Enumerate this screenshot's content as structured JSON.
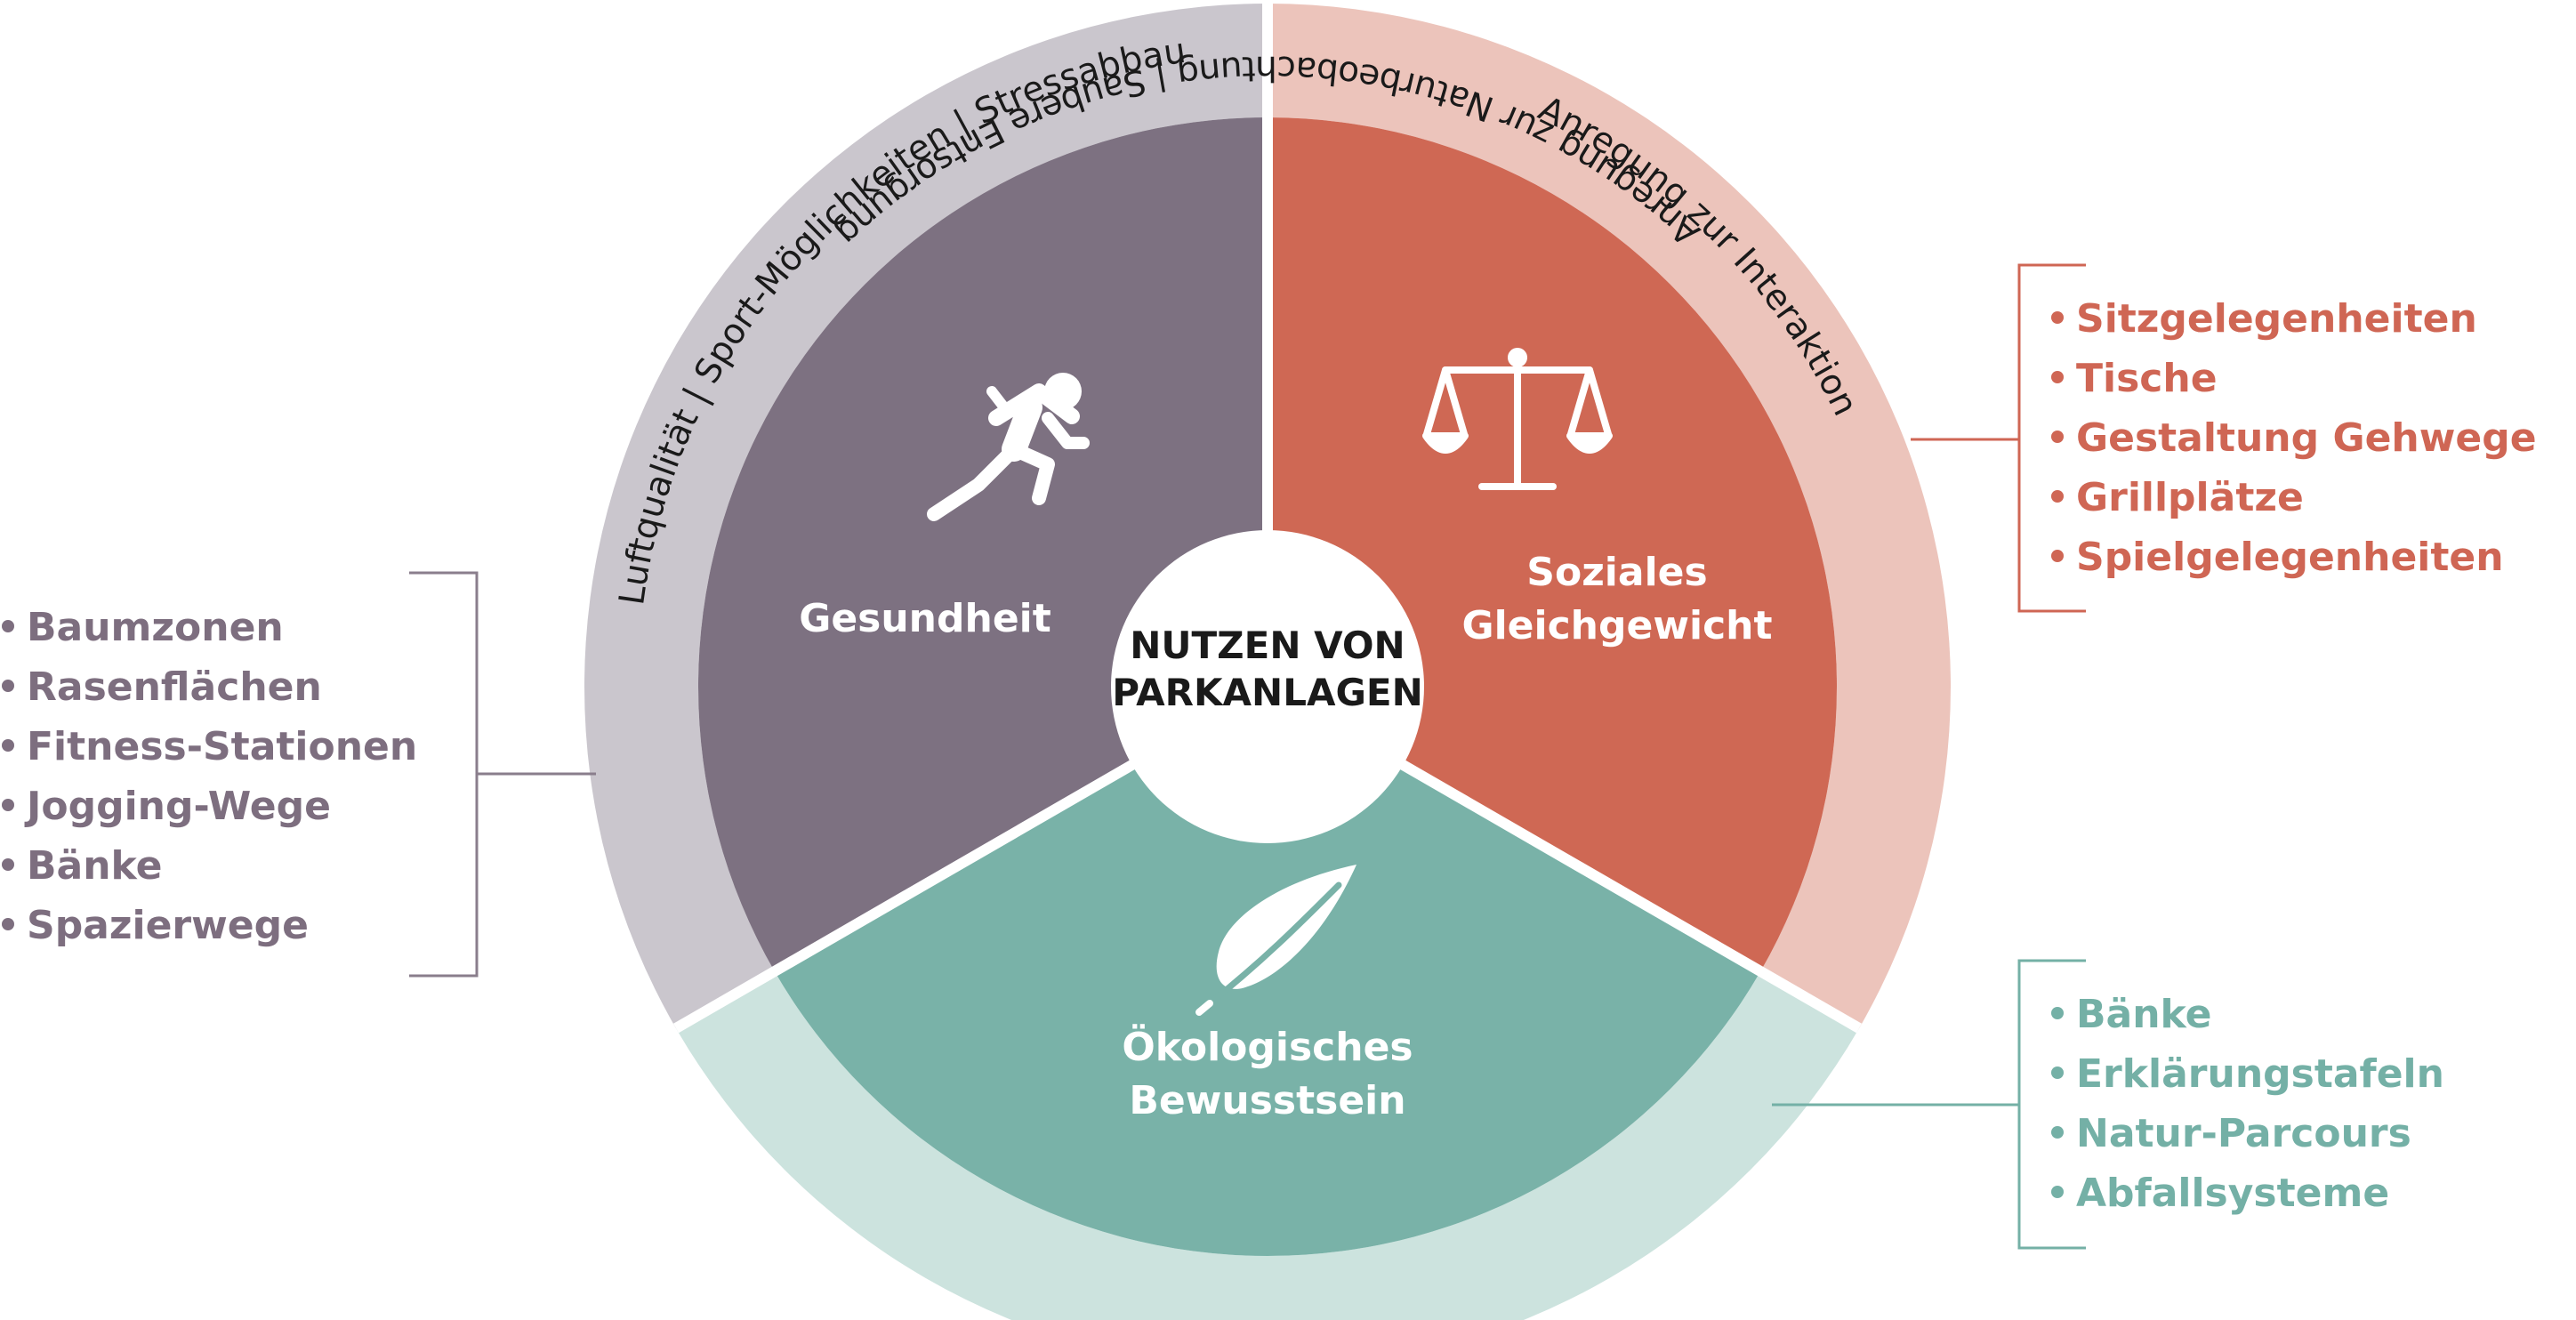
{
  "center": {
    "line1": "NUTZEN VON",
    "line2": "PARKANLAGEN"
  },
  "segments": {
    "health": {
      "label": "Gesundheit",
      "icon": "runner-icon",
      "color": "#7d7181"
    },
    "social": {
      "label_line1": "Soziales",
      "label_line2": "Gleichgewicht",
      "icon": "scales-icon",
      "color": "#cf6854"
    },
    "ecology": {
      "label_line1": "Ökologisches",
      "label_line2": "Bewusstsein",
      "icon": "leaf-icon",
      "color": "#79b2a8"
    }
  },
  "outer_ring": {
    "health": {
      "text": "Luftqualität | Sport-Möglichkeiten | Stressabbau",
      "color": "#cac6cd"
    },
    "social": {
      "text": "Anregung zur Interaktion",
      "color": "#ecc4bb"
    },
    "ecology": {
      "text": "Anregung zur Naturbeobachtung | Saubere Entsorgung",
      "color": "#cce3de"
    }
  },
  "lists": {
    "health": [
      "Baumzonen",
      "Rasenflächen",
      "Fitness-Stationen",
      "Jogging-Wege",
      "Bänke",
      "Spazierwege"
    ],
    "social": [
      "Sitzgelegenheiten",
      "Tische",
      "Gestaltung Gehwege",
      "Grillplätze",
      "Spielgelegenheiten"
    ],
    "ecology": [
      "Bänke",
      "Erklärungstafeln",
      "Natur-Parcours",
      "Abfallsysteme"
    ]
  }
}
